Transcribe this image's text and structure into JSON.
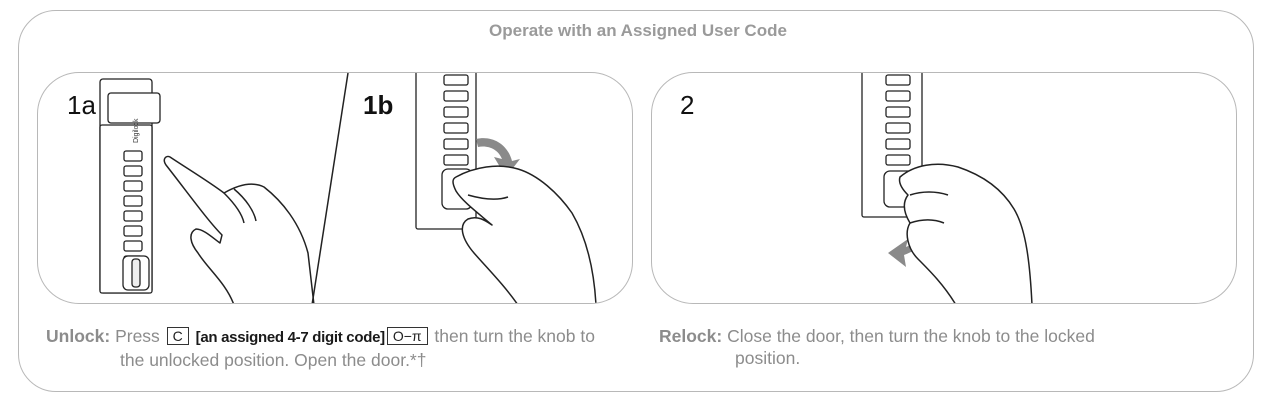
{
  "title": "Operate with an Assigned User Code",
  "panels": {
    "first": {
      "step_a": "1a",
      "step_b": "1b",
      "brand": "Digilock"
    },
    "second": {
      "step": "2"
    }
  },
  "captions": {
    "unlock": {
      "label": "Unlock:",
      "press": "Press",
      "key_c": "C",
      "code": "[an assigned 4-7 digit code]",
      "key_lock": "O−π",
      "line1_end": "then turn the knob to",
      "line2": "the unlocked position. Open the door.*†"
    },
    "relock": {
      "label": "Relock:",
      "line1": "Close the door, then turn the knob to the locked",
      "line2": "position."
    }
  },
  "icons": [
    "lock-keypad-icon",
    "pointing-hand-icon",
    "rotate-arrow-icon",
    "turning-hand-icon"
  ]
}
